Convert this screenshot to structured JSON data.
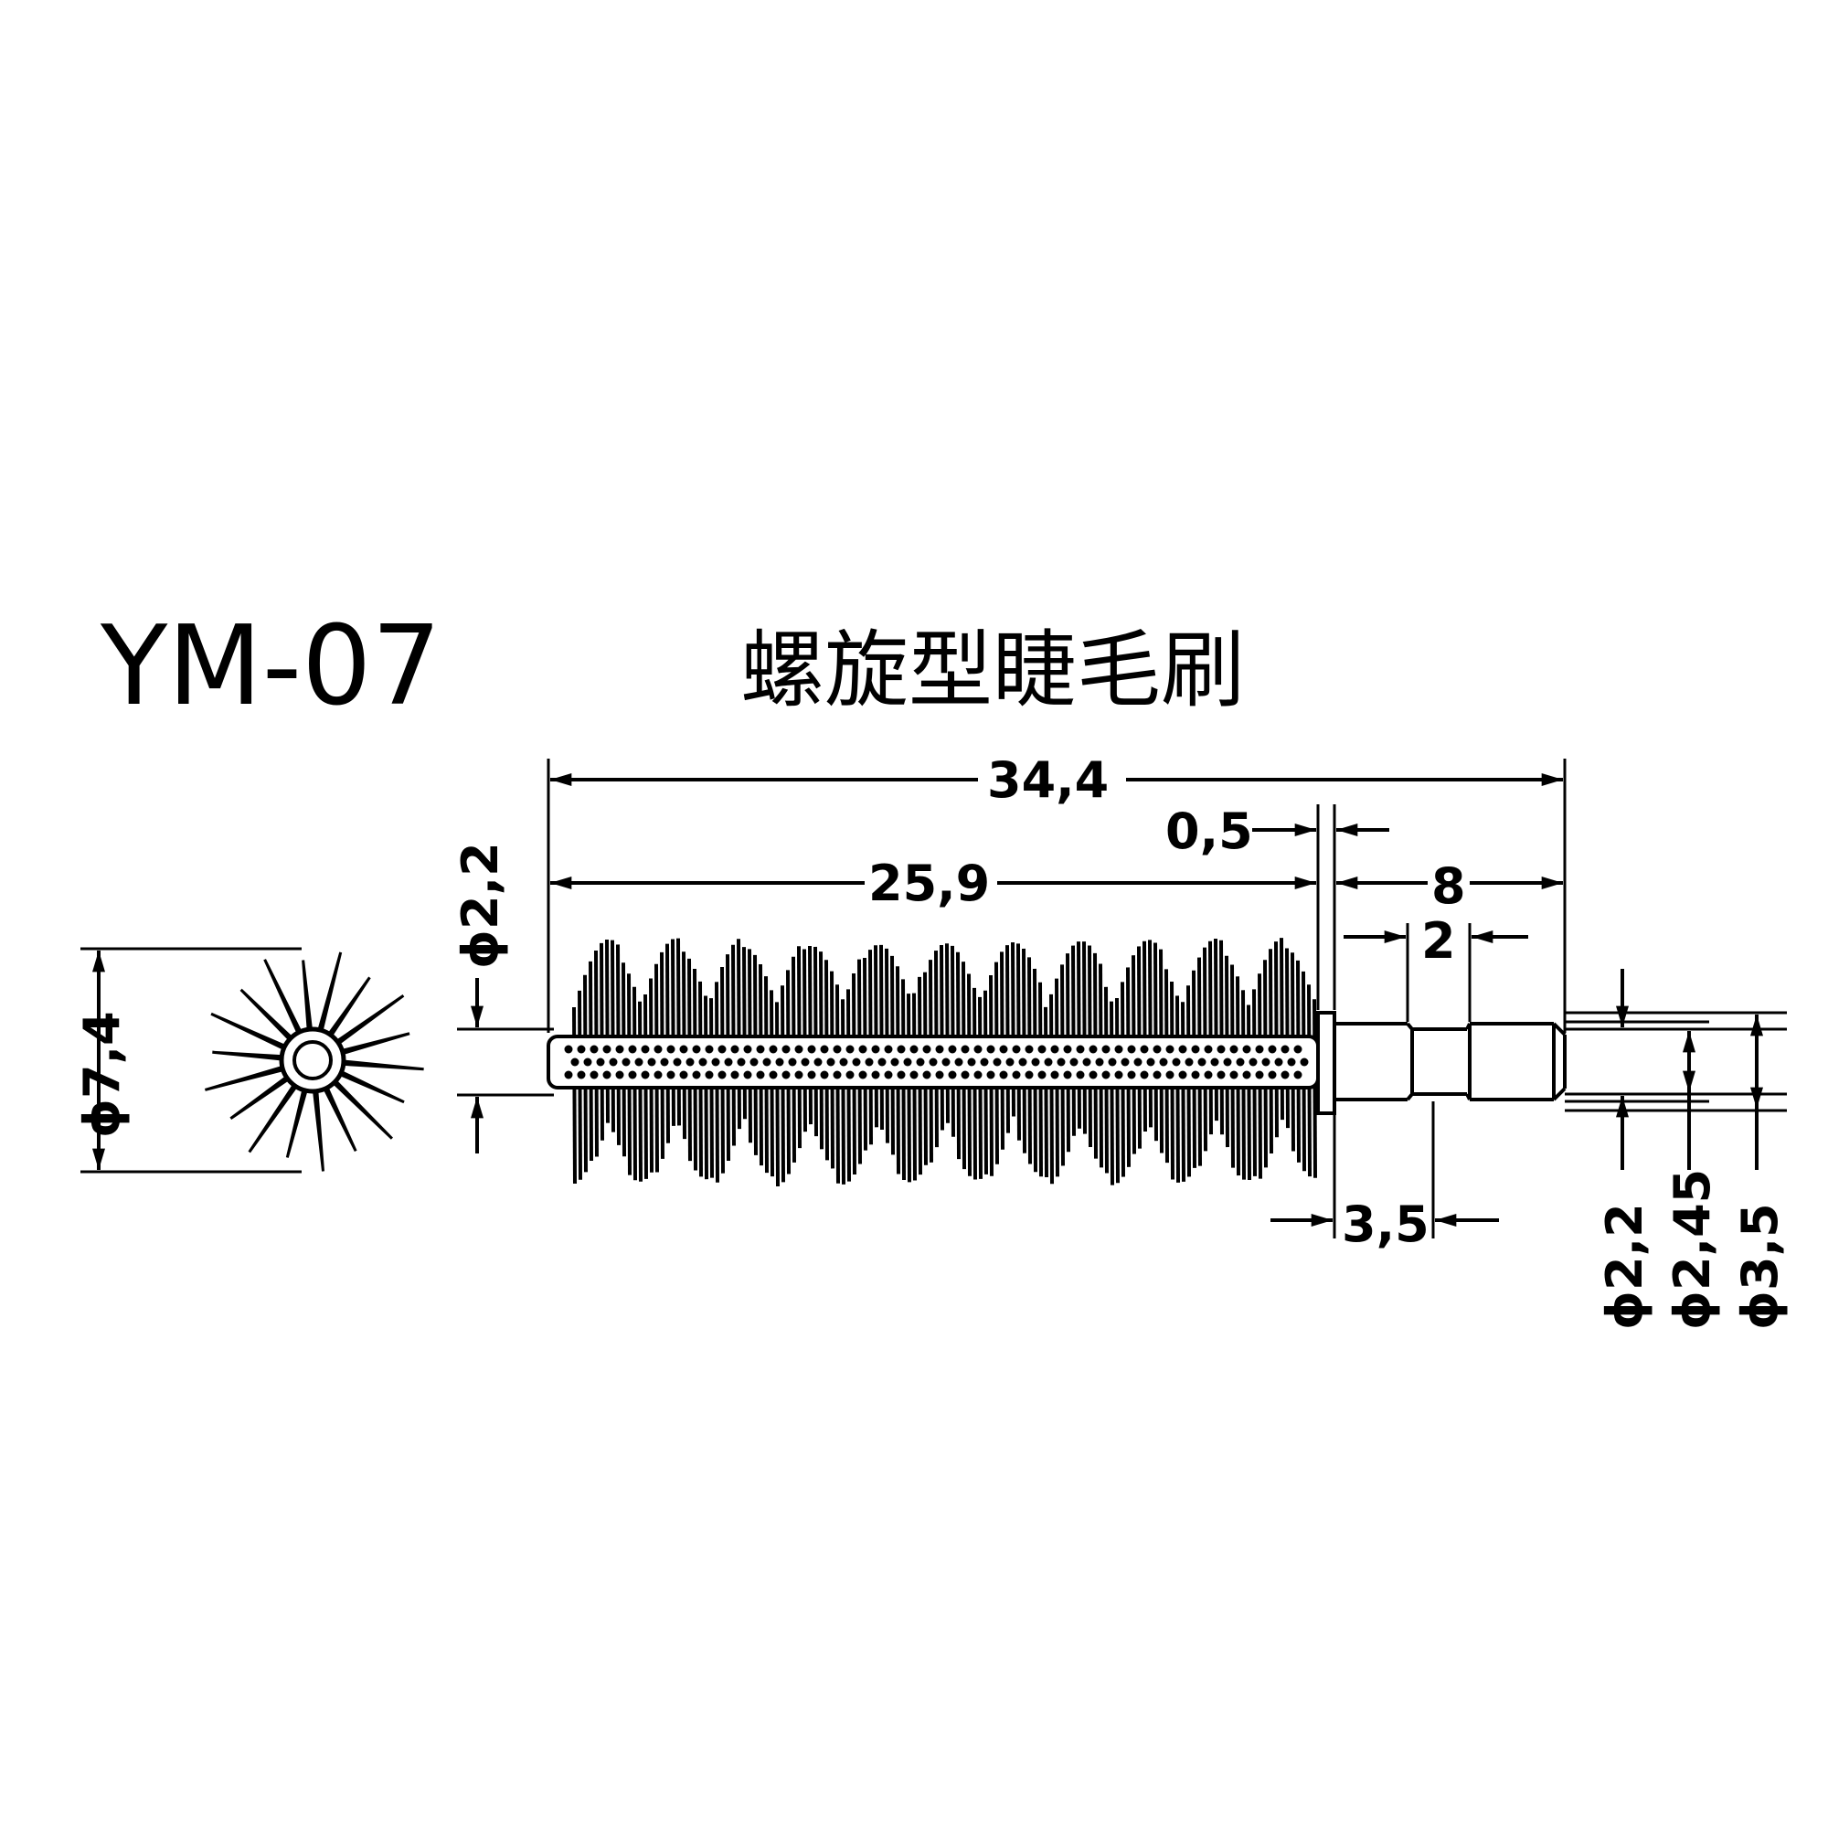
{
  "title": {
    "model": "YM-07",
    "name": "螺旋型睫毛刷"
  },
  "dimensions": {
    "overall_length": "34,4",
    "brush_length": "25,9",
    "collar_thickness": "0,5",
    "stem_length": "8",
    "groove_width": "2",
    "stem_step": "3,5",
    "core_diameter": "ϕ2,2",
    "brush_diameter": "ϕ7,4",
    "stem_diameter_a": "ϕ2,2",
    "stem_diameter_b": "ϕ2,45",
    "stem_diameter_c": "ϕ3,5"
  },
  "colors": {
    "ink": "#000000",
    "paper": "#ffffff"
  }
}
